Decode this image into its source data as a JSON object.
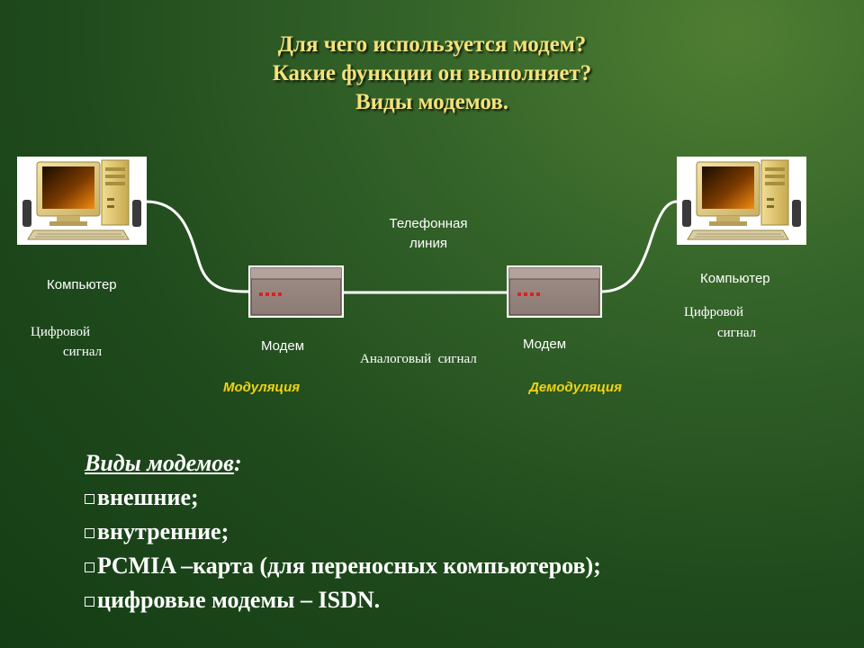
{
  "title": {
    "line1": "Для чего используется модем?",
    "line2": "Какие функции он выполняет?",
    "line3": "Виды модемов."
  },
  "diagram": {
    "left_computer_label": "Компьютер",
    "right_computer_label": "Компьютер",
    "left_signal_line1": "Цифровой",
    "left_signal_line2": "сигнал",
    "right_signal_line1": "Цифровой",
    "right_signal_line2": "сигнал",
    "left_modem_label": "Модем",
    "right_modem_label": "Модем",
    "phone_line_line1": "Телефонная",
    "phone_line_line2": "линия",
    "analog_signal": "Аналоговый  сигнал",
    "modulation": "Модуляция",
    "demodulation": "Демодуляция"
  },
  "types": {
    "heading": "Виды модемов",
    "heading_suffix": ":",
    "items": [
      "внешние;",
      "внутренние;",
      "PCMIA –карта (для переносных компьютеров);",
      "цифровые модемы – ISDN."
    ]
  },
  "colors": {
    "title": "#f4e27a",
    "highlight": "#f2d214",
    "text": "#ffffff",
    "background": "#24501e"
  }
}
